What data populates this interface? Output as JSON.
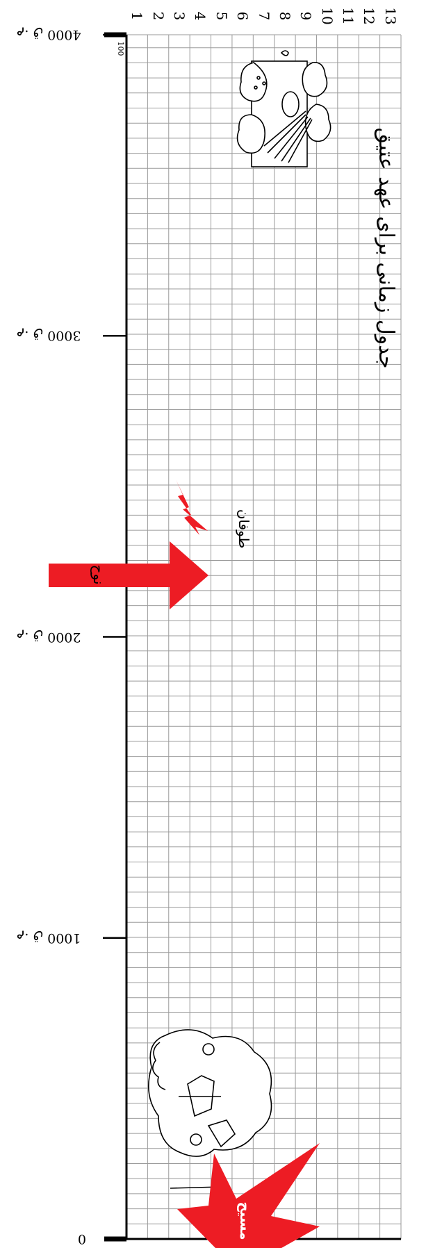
{
  "title": "جدول زمانی برای عهد عتیق",
  "column_numbers": [
    "1",
    "2",
    "3",
    "4",
    "5",
    "6",
    "7",
    "8",
    "9",
    "10",
    "11",
    "12",
    "13"
  ],
  "top_marker": "100",
  "year_markers": [
    {
      "label": "م. ق 4000",
      "years": 4000
    },
    {
      "label": "م. ق 3000",
      "years": 3000
    },
    {
      "label": "م. ق 2000",
      "years": 2000
    },
    {
      "label": "م. ق 1000",
      "years": 1000
    },
    {
      "label": "0",
      "years": 0
    }
  ],
  "year_range": [
    0,
    4000
  ],
  "flood_note": "طوفان",
  "arrow_note": "نوح",
  "starburst_note": "مسیح",
  "colors": {
    "accent": "#ed1c24",
    "grid": "#9a9a9a",
    "ink": "#000000"
  },
  "icons": [
    "creation-scene-icon",
    "lightning-icon",
    "right-arrow-icon",
    "crowd-scene-icon",
    "starburst-icon"
  ]
}
